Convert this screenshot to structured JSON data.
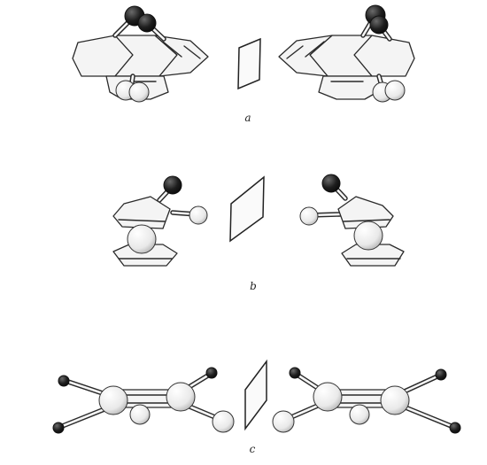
{
  "panels": [
    {
      "id": "a",
      "label": "a"
    },
    {
      "id": "b",
      "label": "b"
    },
    {
      "id": "c",
      "label": "c"
    }
  ],
  "colors": {
    "ink": "#2a2a2a",
    "dark_atom": "#1e1e1e",
    "light_atom": "#f2f2f2",
    "background": "#ffffff"
  }
}
